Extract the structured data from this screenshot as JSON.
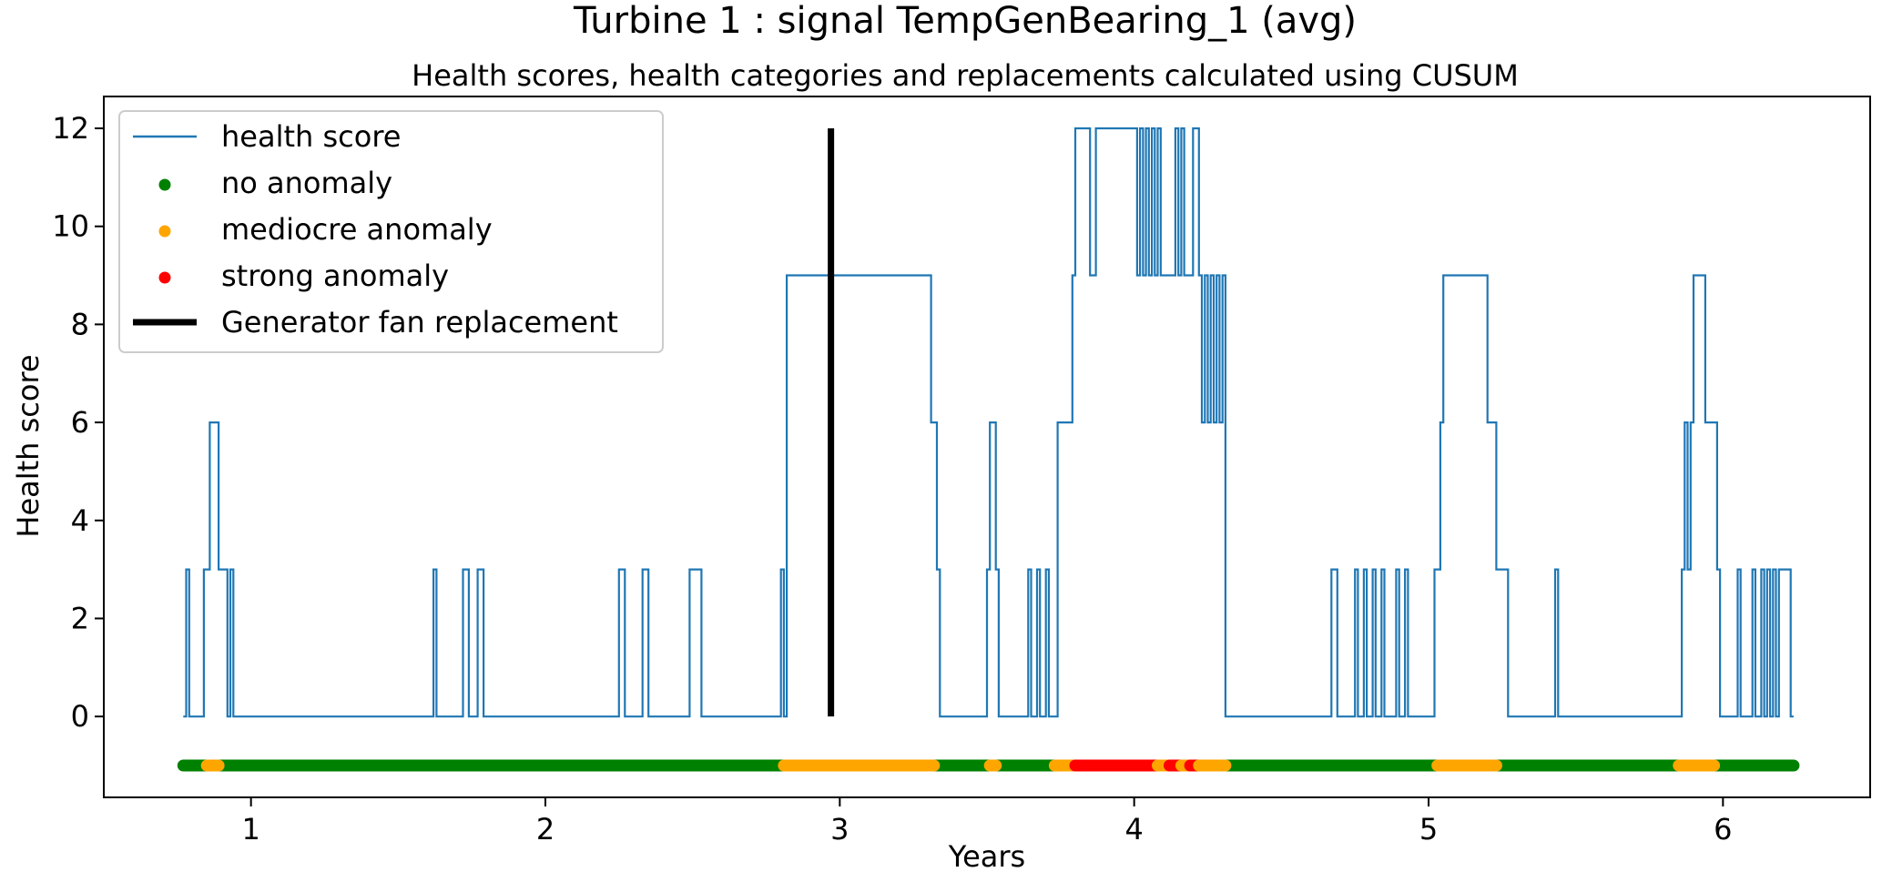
{
  "chart_data": {
    "type": "line",
    "title": "Turbine 1 : signal TempGenBearing_1 (avg)",
    "subtitle": "Health scores, health categories and replacements calculated using CUSUM",
    "xlabel": "Years",
    "ylabel": "Health score",
    "xlim": [
      0.5,
      6.5
    ],
    "ylim": [
      -1.65,
      12.65
    ],
    "xticks": [
      1,
      2,
      3,
      4,
      5,
      6
    ],
    "yticks": [
      0,
      2,
      4,
      6,
      8,
      10,
      12
    ],
    "grid": false,
    "legend_position": "top-left",
    "legend": [
      {
        "label": "health score",
        "kind": "line",
        "color": "#1f77b4"
      },
      {
        "label": "no anomaly",
        "kind": "dot",
        "color": "#008000"
      },
      {
        "label": "mediocre anomaly",
        "kind": "dot",
        "color": "#ffa500"
      },
      {
        "label": "strong anomaly",
        "kind": "dot",
        "color": "#ff0000"
      },
      {
        "label": "Generator fan replacement",
        "kind": "thick-line",
        "color": "#000000"
      }
    ],
    "series": [
      {
        "name": "health score",
        "color": "#1f77b4",
        "step": true,
        "points": [
          [
            0.77,
            0
          ],
          [
            0.78,
            3
          ],
          [
            0.79,
            0
          ],
          [
            0.84,
            3
          ],
          [
            0.86,
            6
          ],
          [
            0.89,
            3
          ],
          [
            0.92,
            0
          ],
          [
            0.93,
            3
          ],
          [
            0.94,
            0
          ],
          [
            1.62,
            3
          ],
          [
            1.63,
            0
          ],
          [
            1.72,
            3
          ],
          [
            1.74,
            0
          ],
          [
            1.77,
            3
          ],
          [
            1.79,
            0
          ],
          [
            2.25,
            3
          ],
          [
            2.27,
            0
          ],
          [
            2.33,
            3
          ],
          [
            2.35,
            0
          ],
          [
            2.49,
            3
          ],
          [
            2.53,
            0
          ],
          [
            2.8,
            3
          ],
          [
            2.81,
            0
          ],
          [
            2.82,
            9
          ],
          [
            3.31,
            6
          ],
          [
            3.33,
            3
          ],
          [
            3.34,
            0
          ],
          [
            3.5,
            3
          ],
          [
            3.51,
            6
          ],
          [
            3.53,
            3
          ],
          [
            3.54,
            0
          ],
          [
            3.64,
            3
          ],
          [
            3.65,
            0
          ],
          [
            3.67,
            3
          ],
          [
            3.68,
            0
          ],
          [
            3.7,
            3
          ],
          [
            3.71,
            0
          ],
          [
            3.74,
            6
          ],
          [
            3.79,
            9
          ],
          [
            3.8,
            12
          ],
          [
            3.85,
            9
          ],
          [
            3.87,
            12
          ],
          [
            4.01,
            9
          ],
          [
            4.02,
            12
          ],
          [
            4.03,
            9
          ],
          [
            4.04,
            12
          ],
          [
            4.05,
            9
          ],
          [
            4.06,
            12
          ],
          [
            4.07,
            9
          ],
          [
            4.08,
            12
          ],
          [
            4.09,
            9
          ],
          [
            4.14,
            12
          ],
          [
            4.15,
            9
          ],
          [
            4.16,
            12
          ],
          [
            4.17,
            9
          ],
          [
            4.2,
            12
          ],
          [
            4.22,
            9
          ],
          [
            4.23,
            6
          ],
          [
            4.24,
            9
          ],
          [
            4.25,
            6
          ],
          [
            4.26,
            9
          ],
          [
            4.27,
            6
          ],
          [
            4.28,
            9
          ],
          [
            4.29,
            6
          ],
          [
            4.3,
            9
          ],
          [
            4.31,
            0
          ],
          [
            4.67,
            3
          ],
          [
            4.69,
            0
          ],
          [
            4.75,
            3
          ],
          [
            4.76,
            0
          ],
          [
            4.78,
            3
          ],
          [
            4.79,
            0
          ],
          [
            4.81,
            3
          ],
          [
            4.82,
            0
          ],
          [
            4.84,
            3
          ],
          [
            4.85,
            0
          ],
          [
            4.89,
            3
          ],
          [
            4.9,
            0
          ],
          [
            4.92,
            3
          ],
          [
            4.93,
            0
          ],
          [
            5.02,
            3
          ],
          [
            5.04,
            6
          ],
          [
            5.05,
            9
          ],
          [
            5.2,
            6
          ],
          [
            5.23,
            3
          ],
          [
            5.27,
            0
          ],
          [
            5.43,
            3
          ],
          [
            5.44,
            0
          ],
          [
            5.86,
            3
          ],
          [
            5.87,
            6
          ],
          [
            5.88,
            3
          ],
          [
            5.89,
            6
          ],
          [
            5.9,
            9
          ],
          [
            5.94,
            6
          ],
          [
            5.98,
            3
          ],
          [
            5.99,
            0
          ],
          [
            6.05,
            3
          ],
          [
            6.06,
            0
          ],
          [
            6.1,
            3
          ],
          [
            6.11,
            0
          ],
          [
            6.13,
            3
          ],
          [
            6.14,
            0
          ],
          [
            6.15,
            3
          ],
          [
            6.16,
            0
          ],
          [
            6.17,
            3
          ],
          [
            6.18,
            0
          ],
          [
            6.19,
            3
          ],
          [
            6.23,
            0
          ],
          [
            6.24,
            0
          ]
        ]
      }
    ],
    "category_bar": {
      "y": -1,
      "segments": [
        {
          "category": "no anomaly",
          "color": "#008000",
          "from": 0.77,
          "to": 6.24
        },
        {
          "category": "mediocre anomaly",
          "color": "#ffa500",
          "from": 0.85,
          "to": 0.89
        },
        {
          "category": "mediocre anomaly",
          "color": "#ffa500",
          "from": 2.81,
          "to": 3.32
        },
        {
          "category": "mediocre anomaly",
          "color": "#ffa500",
          "from": 3.51,
          "to": 3.53
        },
        {
          "category": "mediocre anomaly",
          "color": "#ffa500",
          "from": 3.73,
          "to": 3.8
        },
        {
          "category": "strong anomaly",
          "color": "#ff0000",
          "from": 3.8,
          "to": 4.08
        },
        {
          "category": "mediocre anomaly",
          "color": "#ffa500",
          "from": 4.08,
          "to": 4.12
        },
        {
          "category": "strong anomaly",
          "color": "#ff0000",
          "from": 4.12,
          "to": 4.16
        },
        {
          "category": "mediocre anomaly",
          "color": "#ffa500",
          "from": 4.16,
          "to": 4.19
        },
        {
          "category": "strong anomaly",
          "color": "#ff0000",
          "from": 4.19,
          "to": 4.22
        },
        {
          "category": "mediocre anomaly",
          "color": "#ffa500",
          "from": 4.22,
          "to": 4.31
        },
        {
          "category": "mediocre anomaly",
          "color": "#ffa500",
          "from": 5.03,
          "to": 5.23
        },
        {
          "category": "mediocre anomaly",
          "color": "#ffa500",
          "from": 5.85,
          "to": 5.97
        }
      ]
    },
    "replacement": {
      "label": "Generator fan replacement",
      "x": 2.97,
      "y_from": 0,
      "y_to": 12,
      "color": "#000000"
    }
  }
}
